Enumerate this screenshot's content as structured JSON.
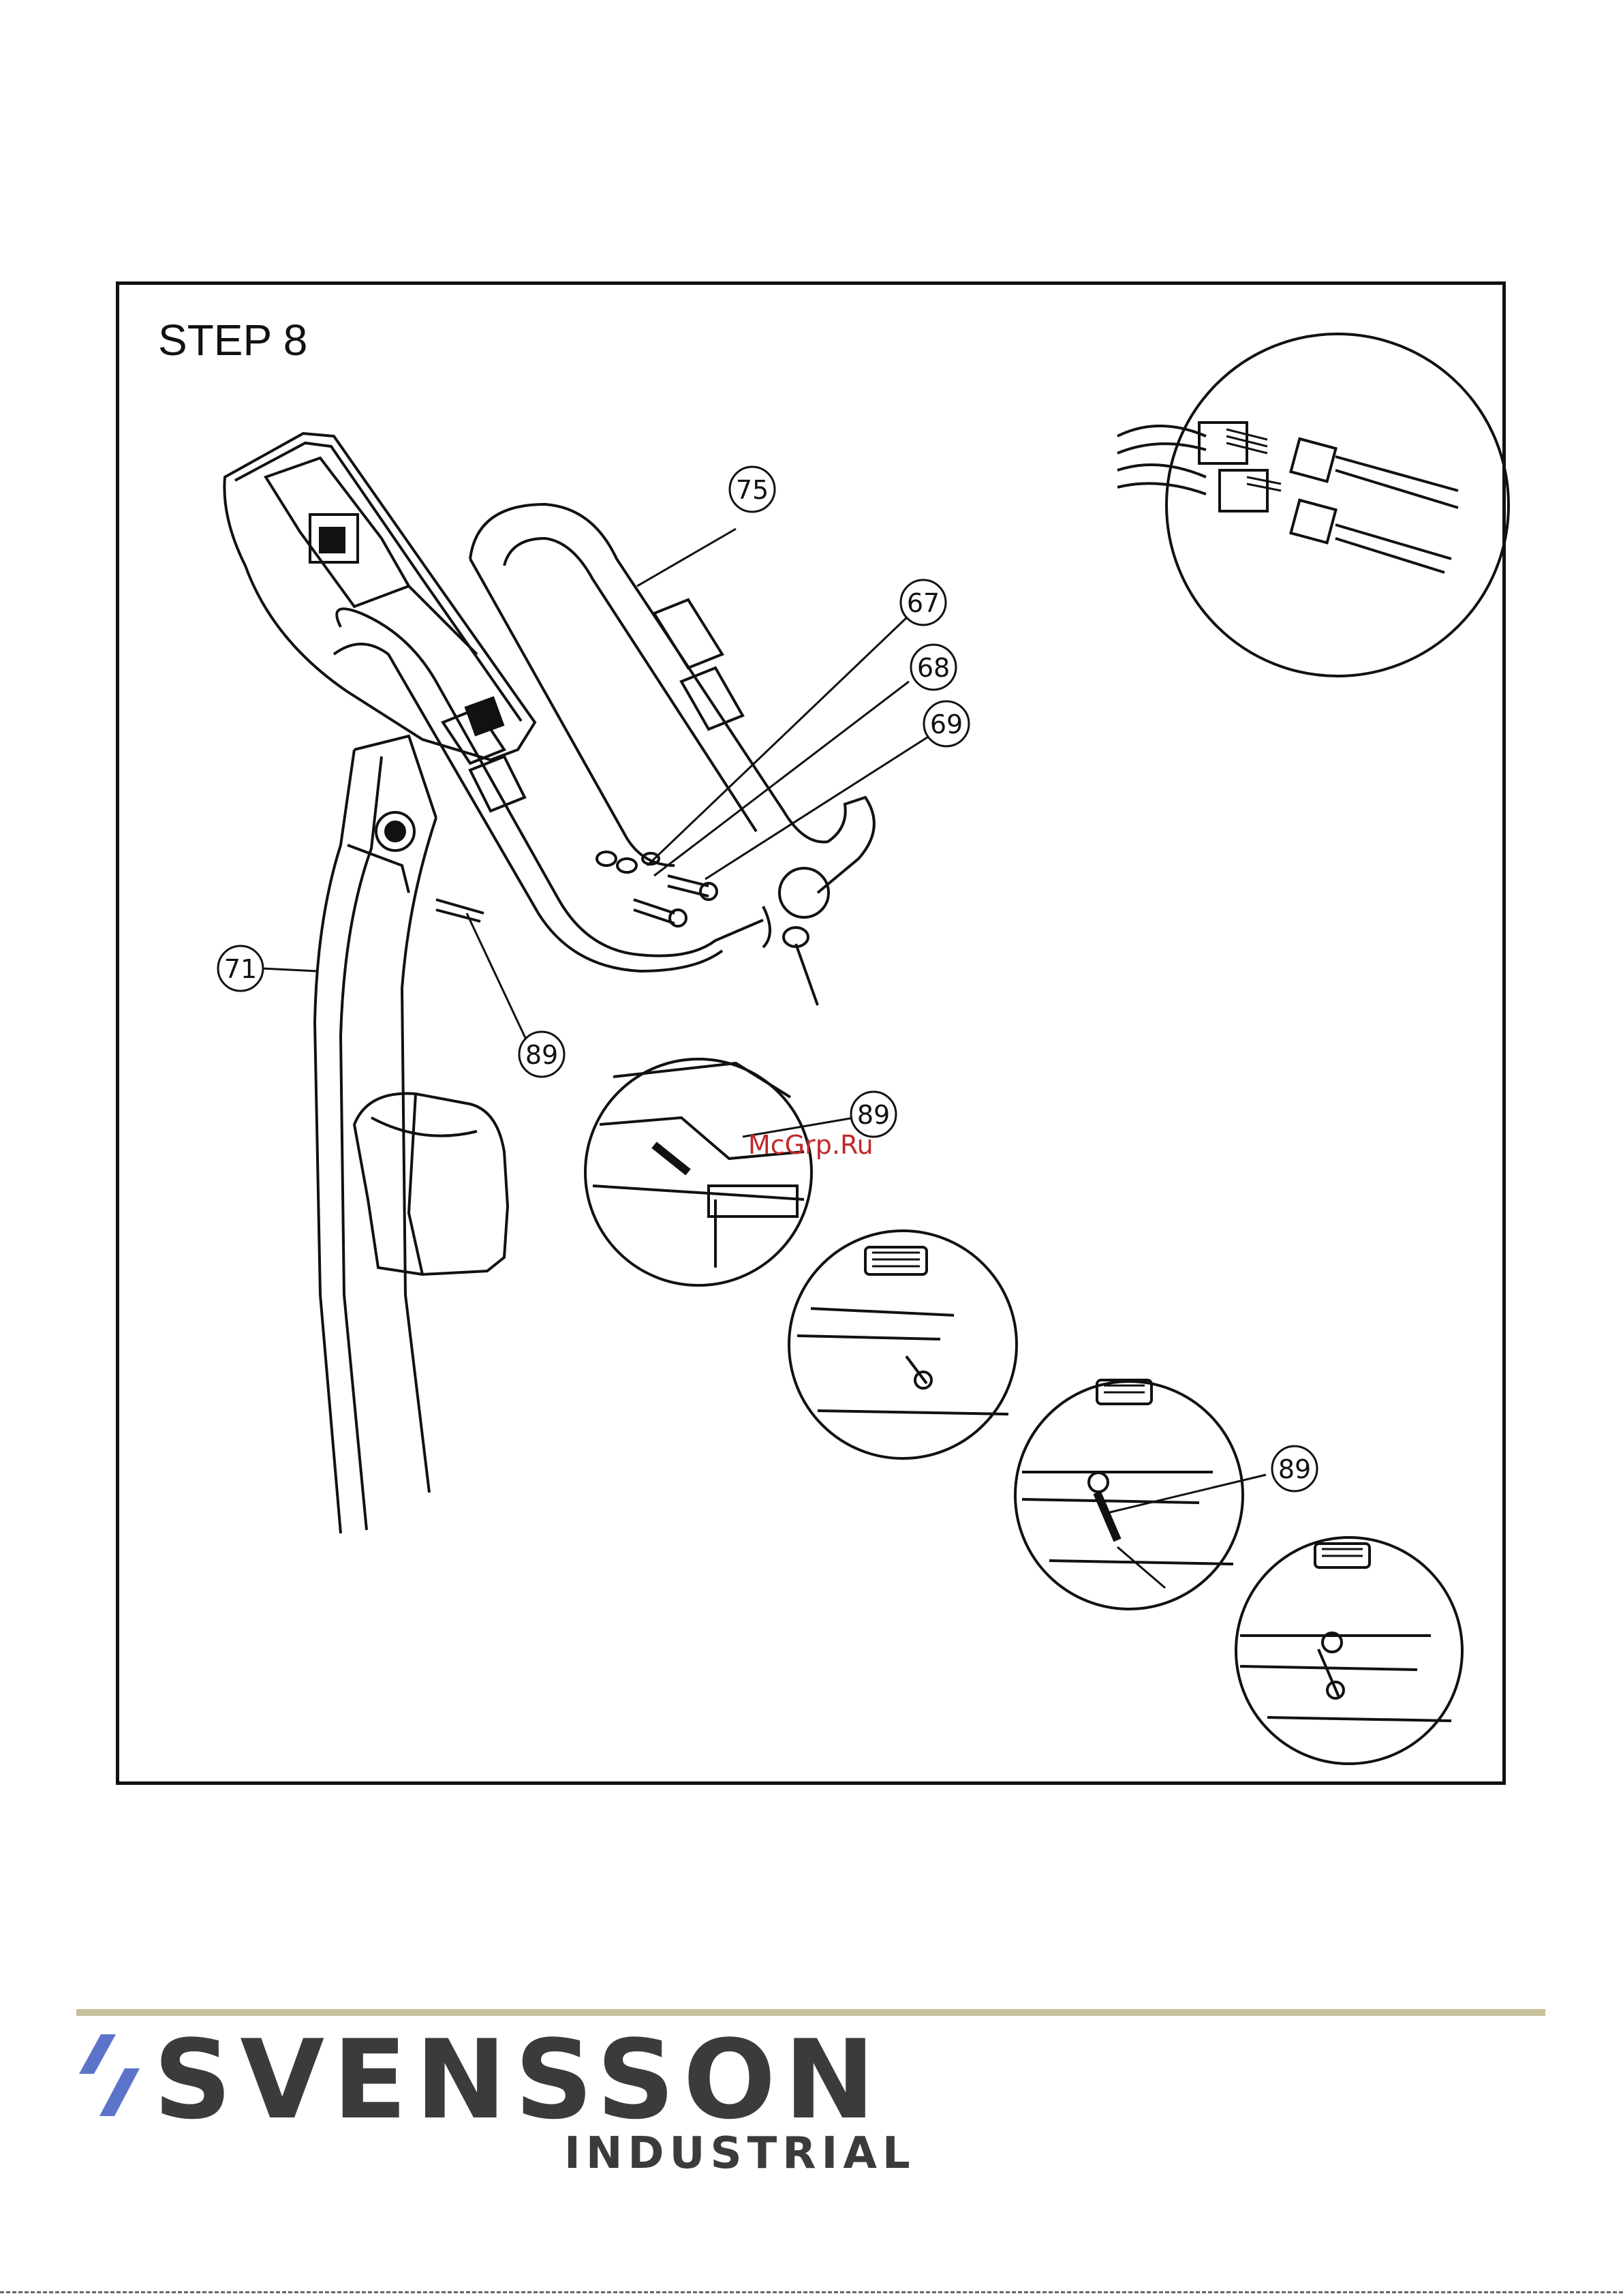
{
  "step": {
    "title": "STEP 8"
  },
  "callouts": {
    "c75": "75",
    "c67": "67",
    "c68": "68",
    "c69": "69",
    "c71": "71",
    "c89a": "89",
    "c89b": "89",
    "c89c": "89"
  },
  "watermark": "McGrp.Ru",
  "brand": {
    "name": "SVENSSON",
    "subtitle": "INDUSTRIAL",
    "accent_color": "#5b74c9",
    "text_color": "#3a3b3d",
    "rule_color": "#c7c09b"
  }
}
